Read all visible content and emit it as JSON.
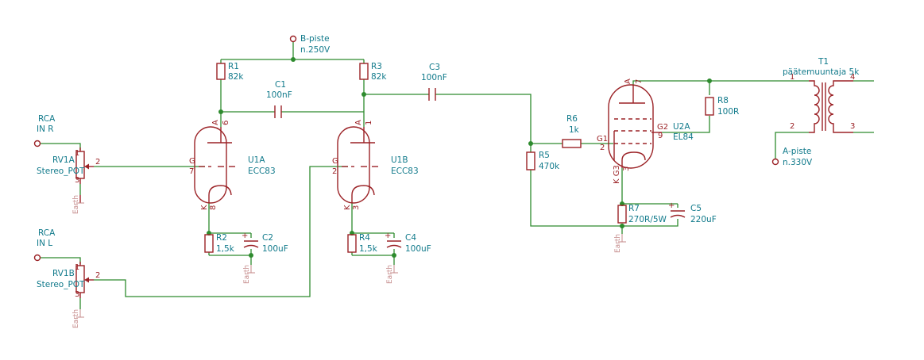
{
  "diagram": {
    "power": {
      "b_piste": "B-piste",
      "b_voltage": "n.250V",
      "a_piste": "A-piste",
      "a_voltage": "n.330V"
    },
    "inputs": {
      "rca": "RCA",
      "in_r": "IN R",
      "in_l": "IN L"
    },
    "components": {
      "R1": {
        "ref": "R1",
        "value": "82k"
      },
      "R2": {
        "ref": "R2",
        "value": "1,5k"
      },
      "R3": {
        "ref": "R3",
        "value": "82k"
      },
      "R4": {
        "ref": "R4",
        "value": "1,5k"
      },
      "R5": {
        "ref": "R5",
        "value": "470k"
      },
      "R6": {
        "ref": "R6",
        "value": "1k"
      },
      "R7": {
        "ref": "R7",
        "value": "270R/5W"
      },
      "R8": {
        "ref": "R8",
        "value": "100R"
      },
      "C1": {
        "ref": "C1",
        "value": "100nF"
      },
      "C2": {
        "ref": "C2",
        "value": "100uF"
      },
      "C3": {
        "ref": "C3",
        "value": "100nF"
      },
      "C4": {
        "ref": "C4",
        "value": "100uF"
      },
      "C5": {
        "ref": "C5",
        "value": "220uF"
      },
      "RV1A": {
        "ref": "RV1A",
        "value": "Stereo_POT"
      },
      "RV1B": {
        "ref": "RV1B",
        "value": "Stereo_POT"
      },
      "U1A": {
        "ref": "U1A",
        "value": "ECC83"
      },
      "U1B": {
        "ref": "U1B",
        "value": "ECC83"
      },
      "U2A": {
        "ref": "U2A",
        "value": "EL84"
      },
      "T1": {
        "ref": "T1",
        "value": "päätemuuntaja 5k"
      }
    },
    "pins": {
      "g": "G",
      "k": "K",
      "a": "A",
      "g1": "G1",
      "g2": "G2",
      "k_g3": "K G3",
      "n1": "1",
      "n2": "2",
      "n3": "3",
      "n4": "4",
      "n6": "6",
      "n7": "7",
      "n8": "8",
      "n9": "9"
    },
    "earth_label": "Earth"
  }
}
